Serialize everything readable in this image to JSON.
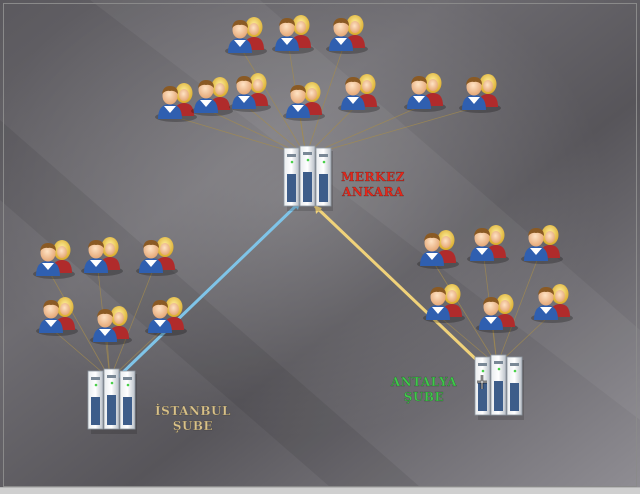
{
  "nodes": {
    "hq": {
      "line1": "MERKEZ",
      "line2": "ANKARA",
      "color": "#e8271a"
    },
    "istanbul": {
      "line1": "İSTANBUL",
      "line2": "ŞUBE",
      "color": "#d9c28a"
    },
    "antalya": {
      "line1": "ANTALYA",
      "line2": "ŞUBE",
      "color": "#3fc84a"
    }
  },
  "links": {
    "istanbul_to_hq": {
      "color": "#7fc4e8"
    },
    "antalya_to_hq": {
      "color": "#f0d27a"
    }
  },
  "colors": {
    "background_dark": "#4c4a4f",
    "background_light": "#8e8c92",
    "thin_line": "#a38b4f"
  },
  "icons": {
    "server": "server-icon",
    "user_group": "user-group-icon"
  }
}
